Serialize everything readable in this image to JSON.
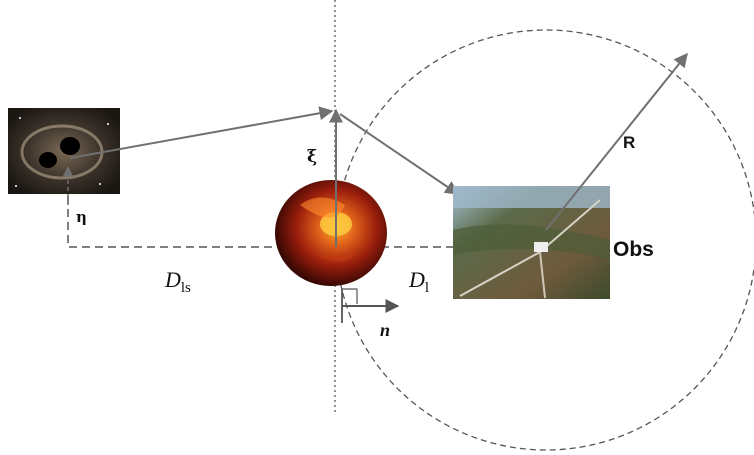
{
  "labels": {
    "eta": "η",
    "xi": "ξ",
    "R": "R",
    "obs": "Obs",
    "d_ls_main": "D",
    "d_ls_sub": "ls",
    "d_l_main": "D",
    "d_l_sub": "l",
    "n": "n"
  },
  "colors": {
    "arrow": "#707070",
    "dashed": "#555555",
    "text": "#111111"
  },
  "icons": {
    "source": "binary-black-hole-image",
    "lens": "galaxy-lens-image",
    "observer": "gravitational-wave-detector-aerial-photo"
  }
}
